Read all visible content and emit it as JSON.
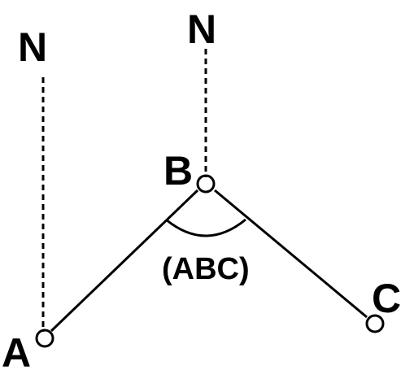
{
  "diagram": {
    "north_left": "N",
    "north_right": "N",
    "point_a": "A",
    "point_b": "B",
    "point_c": "C",
    "angle_label": "(ABC)"
  },
  "colors": {
    "stroke": "#000000",
    "background": "#ffffff"
  }
}
